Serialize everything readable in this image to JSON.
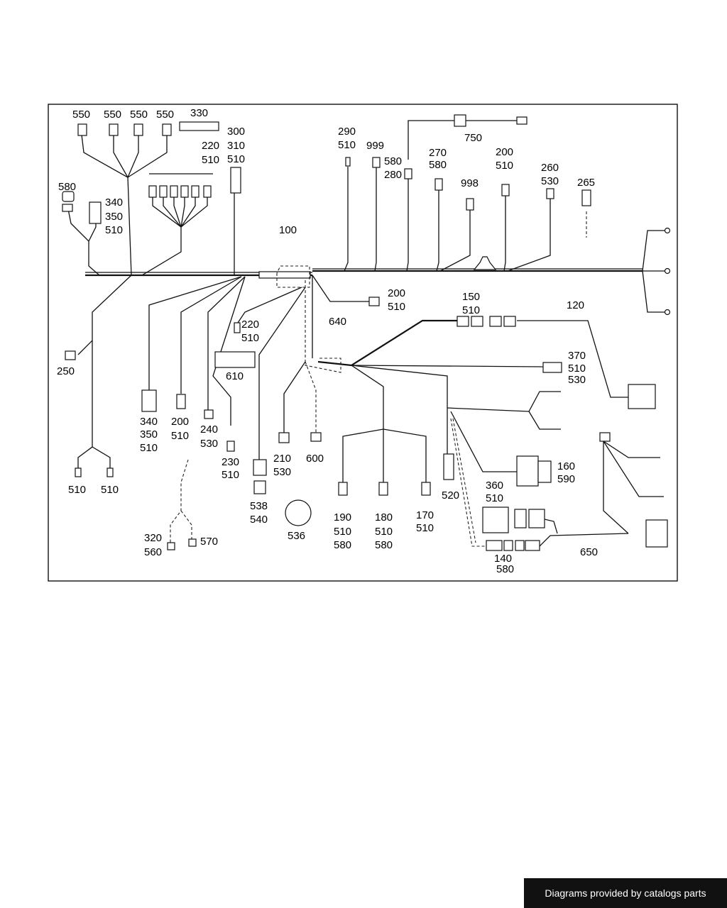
{
  "labels": {
    "c550a": "550",
    "c550b": "550",
    "c550c": "550",
    "c550d": "550",
    "c330": "330",
    "c300": "300",
    "c310": "310",
    "c510_300": "510",
    "c220": "220",
    "c510_220": "510",
    "c580_l": "580",
    "c340": "340",
    "c350": "350",
    "c510_340": "510",
    "c100": "100",
    "c290": "290",
    "c510_290": "510",
    "c999": "999",
    "c580_m": "580",
    "c280": "280",
    "c750": "750",
    "c270": "270",
    "c580_270": "580",
    "c998": "998",
    "c200_t": "200",
    "c510_200t": "510",
    "c260": "260",
    "c530_260": "530",
    "c265": "265",
    "c200_m": "200",
    "c510_200m": "510",
    "c150": "150",
    "c510_150": "510",
    "c120": "120",
    "c640": "640",
    "c220_m": "220",
    "c510_220m": "510",
    "c250": "250",
    "c610": "610",
    "c370": "370",
    "c510_370": "510",
    "c530_370": "530",
    "c340_b": "340",
    "c350_b": "350",
    "c510_340b": "510",
    "c200_b": "200",
    "c510_200b": "510",
    "c240": "240",
    "c530_240": "530",
    "c230": "230",
    "c510_230": "510",
    "c210": "210",
    "c530_210": "530",
    "c600": "600",
    "c160": "160",
    "c590": "590",
    "c510_l1": "510",
    "c510_l2": "510",
    "c520": "520",
    "c360": "360",
    "c510_360": "510",
    "c538": "538",
    "c540": "540",
    "c536": "536",
    "c190": "190",
    "c510_190": "510",
    "c580_190": "580",
    "c180": "180",
    "c510_180": "510",
    "c580_180": "580",
    "c170": "170",
    "c510_170": "510",
    "c320": "320",
    "c560": "560",
    "c570": "570",
    "c140": "140",
    "c580_140": "580",
    "c650": "650"
  },
  "footer": {
    "credit": "Diagrams provided by catalogs parts"
  }
}
